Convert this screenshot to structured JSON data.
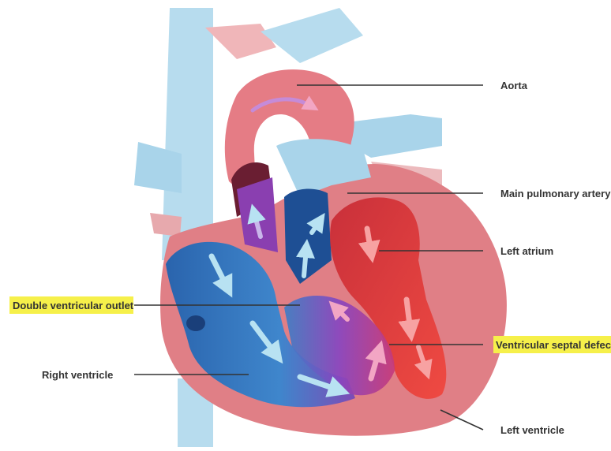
{
  "labels": {
    "aorta": "Aorta",
    "main_pulmonary_artery": "Main pulmonary artery",
    "left_atrium": "Left atrium",
    "double_ventricular_outlet": "Double ventricular outlet",
    "ventricular_septal_defect": "Ventricular septal defect",
    "right_ventricle": "Right ventricle",
    "left_ventricle": "Left ventricle"
  },
  "highlighted": [
    "double_ventricular_outlet",
    "ventricular_septal_defect"
  ],
  "colors": {
    "highlight": "#f6f04a",
    "heart_wall": "#e07f86",
    "deoxygenated": "#2f6fb5",
    "oxygenated": "#e8363a",
    "mixed": "#8a3fb0",
    "vessel_light_blue": "#a9d4ea",
    "leader_line": "#333333"
  }
}
